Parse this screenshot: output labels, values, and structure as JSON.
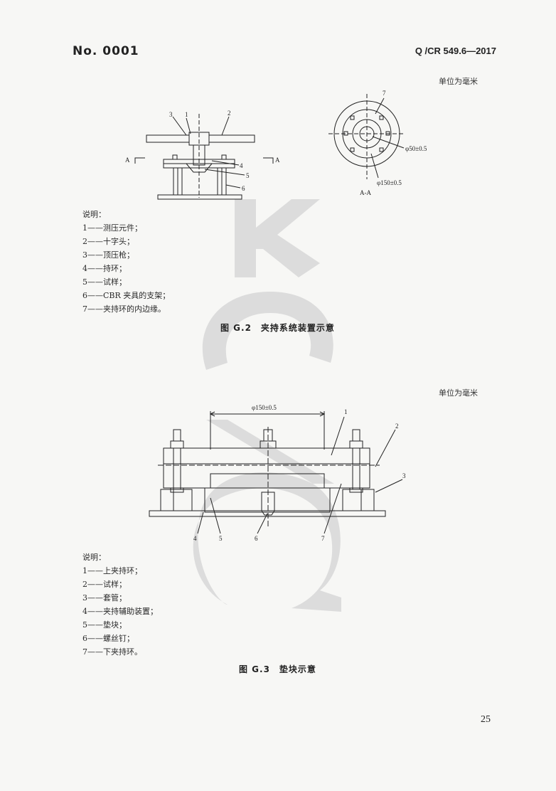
{
  "header": {
    "doc_number": "No. 0001",
    "standard_number": "Q /CR 549.6—2017"
  },
  "figure_g2": {
    "unit_note": "单位为毫米",
    "callouts": [
      "1",
      "2",
      "3",
      "4",
      "5",
      "6",
      "7"
    ],
    "section_marks": [
      "A",
      "A"
    ],
    "section_label": "A-A",
    "dim_inner": "φ50±0.5",
    "dim_outer": "φ150±0.5",
    "legend_title": "说明：",
    "legend": [
      "1——测压元件；",
      "2——十字头；",
      "3——顶压枪；",
      "4——持环；",
      "5——试样；",
      "6——CBR 夹具的支架；",
      "7——夹持环的内边缘。"
    ],
    "caption": "图 G.2　夹持系统装置示意"
  },
  "figure_g3": {
    "unit_note": "单位为毫米",
    "callouts": [
      "1",
      "2",
      "3",
      "4",
      "5",
      "6",
      "7"
    ],
    "dim_top": "φ150±0.5",
    "legend_title": "说明：",
    "legend": [
      "1——上夹持环；",
      "2——试样；",
      "3——套管；",
      "4——夹持辅助装置；",
      "5——垫块；",
      "6——螺丝钉；",
      "7——下夹持环。"
    ],
    "caption": "图 G.3　垫块示意"
  },
  "footer": {
    "page_number": "25"
  },
  "colors": {
    "ink": "#222222",
    "watermark": "#d9d9d9"
  }
}
